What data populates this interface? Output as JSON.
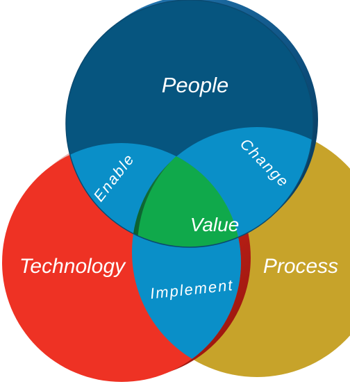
{
  "diagram": {
    "circles": [
      {
        "id": "people",
        "label": "People",
        "color": "#06557f"
      },
      {
        "id": "technology",
        "label": "Technology",
        "color": "#ee3224"
      },
      {
        "id": "process",
        "label": "Process",
        "color": "#c7a32a"
      }
    ],
    "overlaps": {
      "people_technology": "Enable",
      "people_process": "Change",
      "technology_process": "Implement",
      "center": "Value"
    },
    "colors": {
      "overlap": "#0a8fc8",
      "center": "#10a94b",
      "band": "#1a7a3f",
      "edge_blue": "#0c3c5e",
      "edge_red": "#b81c10"
    }
  }
}
